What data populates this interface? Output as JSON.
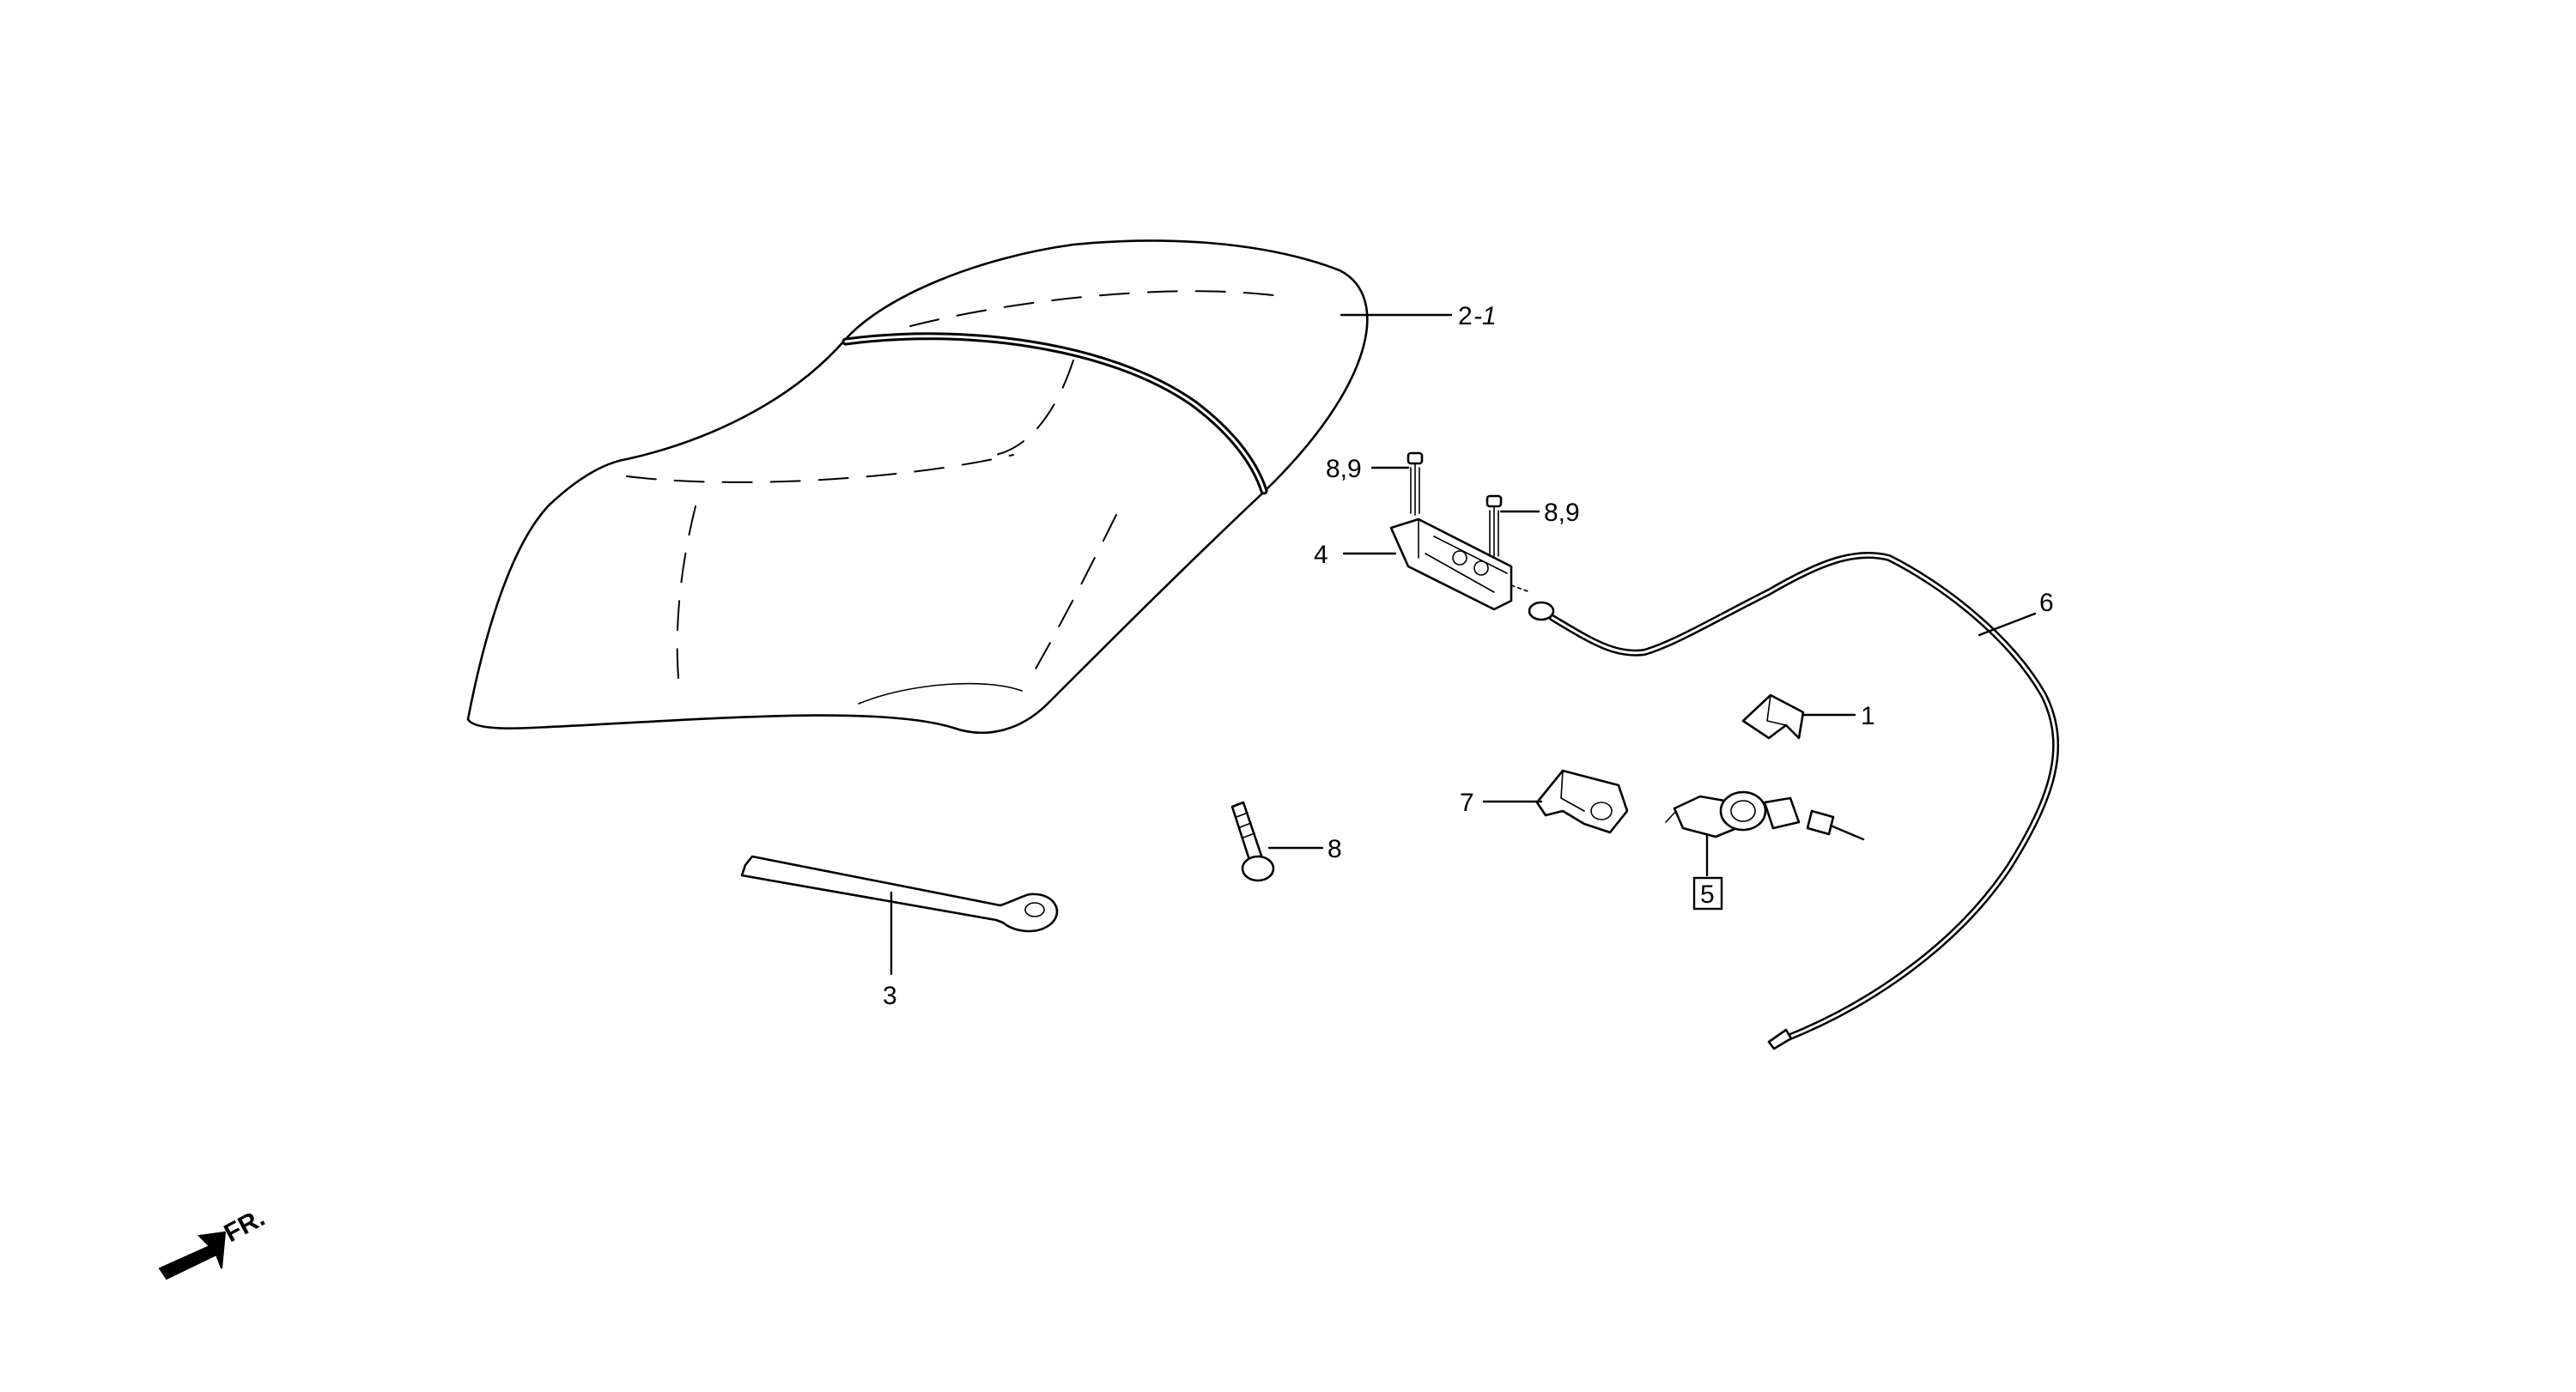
{
  "callouts": {
    "seat": "2",
    "seat_mark": "-1",
    "clip": "1",
    "stay": "3",
    "hinge": "4",
    "key_set": "5",
    "cable": "6",
    "bracket": "7",
    "bolt": "8",
    "hinge_bolt_left": "8,9",
    "hinge_bolt_right": "8,9"
  },
  "direction": {
    "label": "FR."
  }
}
